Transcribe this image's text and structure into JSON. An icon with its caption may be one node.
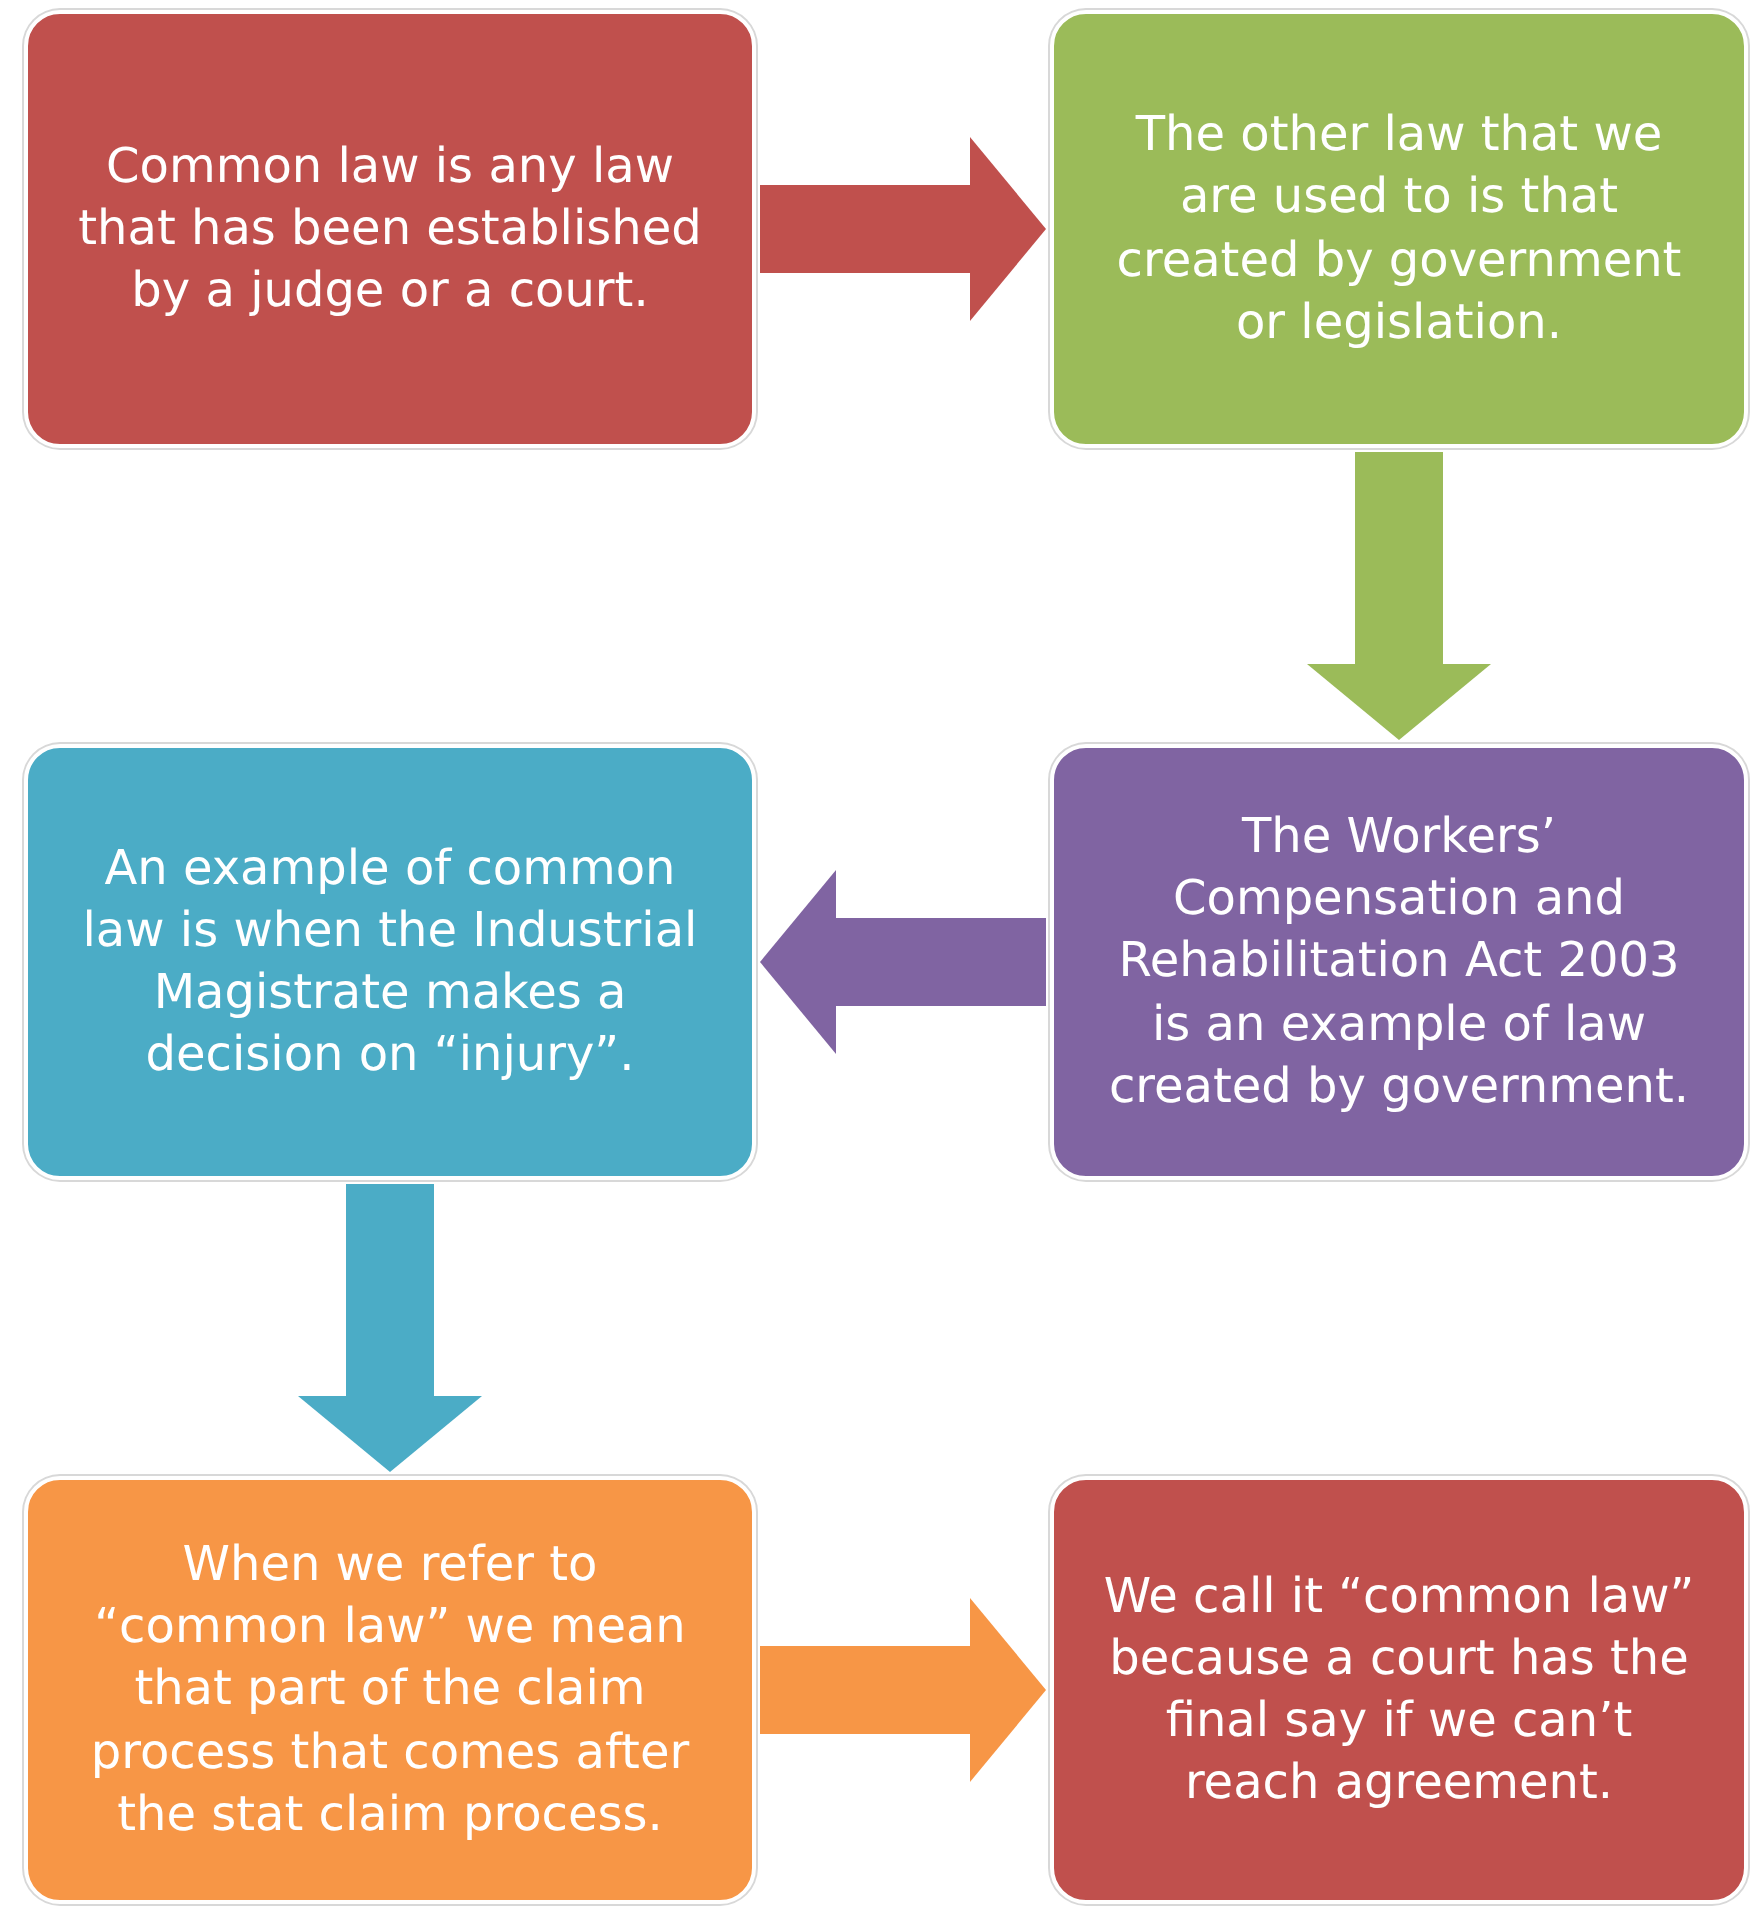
{
  "diagram": {
    "nodes": [
      {
        "text": [
          "Common law  is any law that has been established by a judge or a court."
        ]
      },
      {
        "text": [
          "The other law that we are used to is that created by government or legislation."
        ]
      },
      {
        "text": [
          "An example of common law is when the Industrial Magistrate makes a decision on “injury”."
        ]
      },
      {
        "text": [
          "The Workers’ Compensation and Rehabilitation Act 2003 is an example of law created by government."
        ]
      },
      {
        "text": [
          "When we refer to “common law” we mean that part of the claim process that comes after the stat claim process."
        ]
      },
      {
        "text": [
          "We call it “common law” because a court has the final say if we can’t reach agreement."
        ]
      }
    ],
    "edges": [
      {
        "from": 0,
        "to": 1,
        "arrow": "to",
        "color": "#c0504d"
      },
      {
        "from": 1,
        "to": 3,
        "arrow": "to",
        "color": "#9bbb59"
      },
      {
        "from": 3,
        "to": 2,
        "arrow": "to",
        "color": "#8064a2"
      },
      {
        "from": 2,
        "to": 4,
        "arrow": "to",
        "color": "#4bacc6"
      },
      {
        "from": 4,
        "to": 5,
        "arrow": "to",
        "color": "#f79646"
      }
    ]
  }
}
